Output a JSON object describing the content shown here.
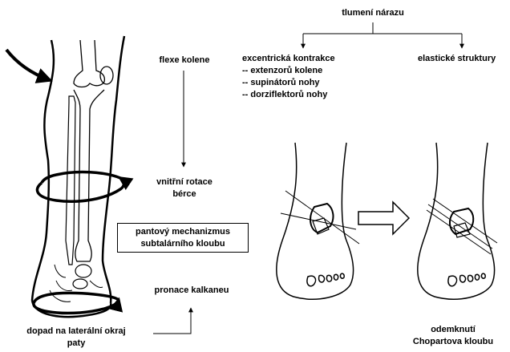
{
  "labels": {
    "flexe_kolene": "flexe kolene",
    "vnitrni_rotace_1": "vnitřní rotace",
    "vnitrni_rotace_2": "bérce",
    "pantovy_1": "pantový mechanizmus",
    "pantovy_2": "subtalárního kloubu",
    "pronace": "pronace kalkaneu",
    "dopad_1": "dopad na laterální okraj",
    "dopad_2": "paty",
    "tlumeni": "tlumení nárazu",
    "excentricka": "excentrická kontrakce",
    "extenzoru": "-- extenzorů kolene",
    "supinatoru": "-- supinátorů nohy",
    "dorziflektoru": "-- dorziflektorů nohy",
    "elasticke": "elastické  struktury",
    "odemknuti_1": "odemknutí",
    "odemknuti_2": "Chopartova kloubu"
  },
  "icons": {
    "leg": "leg-skeleton-illustration",
    "foot_left": "foot-locked-illustration",
    "foot_right": "foot-unlocked-illustration",
    "transition_arrow": "hollow-right-arrow"
  }
}
